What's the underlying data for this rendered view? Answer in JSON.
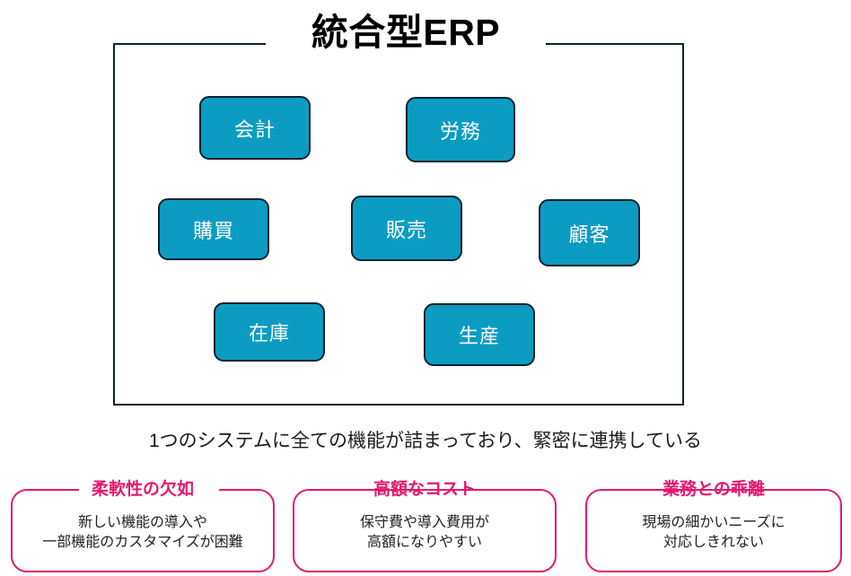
{
  "diagram": {
    "title": "統合型ERP",
    "modules": [
      {
        "id": "kaikei",
        "label": "会計"
      },
      {
        "id": "roumu",
        "label": "労務"
      },
      {
        "id": "koubai",
        "label": "購買"
      },
      {
        "id": "hanbai",
        "label": "販売"
      },
      {
        "id": "kokyaku",
        "label": "顧客"
      },
      {
        "id": "zaiko",
        "label": "在庫"
      },
      {
        "id": "seisan",
        "label": "生産"
      }
    ],
    "caption": "1つのシステムに全ての機能が詰まっており、緊密に連携している",
    "colors": {
      "module_fill": "#0c9cc2",
      "module_border": "#0b2430",
      "frame_border": "#0b2430",
      "panel_accent": "#e5186f",
      "title_text": "#000000",
      "module_text": "#ffffff",
      "body_text": "#222222",
      "background": "#ffffff"
    }
  },
  "issues": [
    {
      "title": "柔軟性の欠如",
      "line1": "新しい機能の導入や",
      "line2": "一部機能のカスタマイズが困難"
    },
    {
      "title": "高額なコスト",
      "line1": "保守費や導入費用が",
      "line2": "高額になりやすい"
    },
    {
      "title": "業務との乖離",
      "line1": "現場の細かいニーズに",
      "line2": "対応しきれない"
    }
  ]
}
